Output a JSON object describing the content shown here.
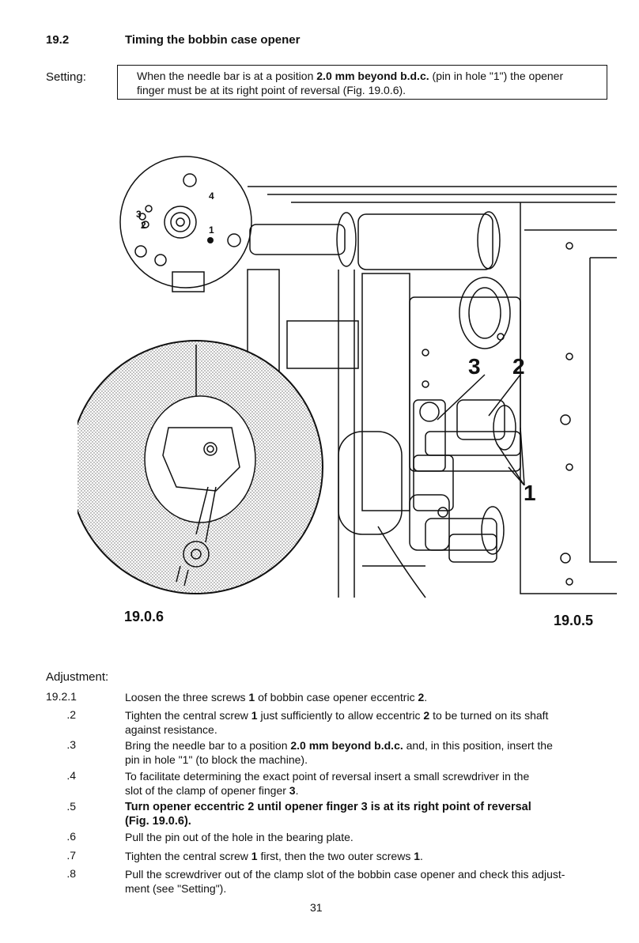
{
  "section": {
    "number": "19.2",
    "title": "Timing the bobbin case opener"
  },
  "setting": {
    "label": "Setting:",
    "parts": [
      "When the needle bar is at a position ",
      "2.0 mm beyond b.d.c.",
      " (pin in hole \"1\") the opener",
      "finger must be at its right point of reversal (Fig. 19.0.6)."
    ]
  },
  "figure": {
    "inset_labels": [
      "4",
      "3",
      "2",
      "1"
    ],
    "callouts": [
      "3",
      "2",
      "1"
    ],
    "caption_left": "19.0.6",
    "caption_right": "19.0.5"
  },
  "adjustment": {
    "label": "Adjustment:",
    "steps": [
      {
        "num": "19.2.1",
        "text": [
          "Loosen the three screws ",
          "1",
          " of bobbin case opener eccentric ",
          "2",
          "."
        ]
      },
      {
        "num": ".2",
        "text": [
          "Tighten the central screw ",
          "1",
          " just sufficiently to allow eccentric ",
          "2",
          " to be turned on its shaft",
          "against resistance."
        ]
      },
      {
        "num": ".3",
        "text": [
          "Bring the needle bar to a position ",
          "2.0 mm beyond b.d.c.",
          " and, in this position, insert the",
          "pin in hole \"1\" (to block the machine)."
        ]
      },
      {
        "num": ".4",
        "text": [
          "To facilitate determining the exact point of reversal insert a small screwdriver in the",
          "slot of the clamp of opener finger ",
          "3",
          "."
        ]
      },
      {
        "num": ".5",
        "text": [
          "Turn opener eccentric 2 until opener finger 3 is at its right point of reversal",
          "(Fig. 19.0.6)."
        ]
      },
      {
        "num": ".6",
        "text": [
          "Pull the pin out of the hole in the bearing plate."
        ]
      },
      {
        "num": ".7",
        "text": [
          "Tighten the central screw ",
          "1",
          " first, then the two outer screws ",
          "1",
          "."
        ]
      },
      {
        "num": ".8",
        "text": [
          "Pull the screwdriver out of the clamp slot of the bobbin case opener and check this adjust-",
          "ment (see \"Setting\")."
        ]
      }
    ]
  },
  "page_number": "31"
}
